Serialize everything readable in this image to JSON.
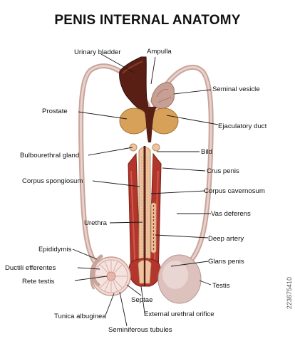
{
  "title": "PENIS INTERNAL ANATOMY",
  "watermark_id": "223675410",
  "labels": {
    "urinary_bladder": "Urinary bladder",
    "ampulla": "Ampulla",
    "seminal_vesicle": "Seminal vesicle",
    "prostate": "Prostate",
    "ejaculatory_duct": "Ejaculatory duct",
    "bulbourethral_gland": "Bulbourethral gland",
    "bild": "Bild",
    "crus_penis": "Crus penis",
    "corpus_spongiosum": "Corpus spongiosum",
    "corpus_cavernosum": "Corpus cavernosum",
    "vas_deferens": "Vas deferens",
    "urethra": "Urethra",
    "deep_artery": "Deep artery",
    "epididymis": "Epididymis",
    "glans_penis": "Glans penis",
    "ductili_efferentes": "Ductili efferentes",
    "rete_testis": "Rete testis",
    "testis": "Testis",
    "septae": "Septae",
    "external_urethral_orifice": "External urethral orifice",
    "tunica_albuginea": "Tunica albuginea",
    "seminiferous_tubules": "Seminiferous tubules"
  },
  "colors": {
    "vas_deferens": "#c9a49a",
    "bladder": "#5a1f14",
    "corpus_cavernosum": "#b2362b",
    "corpus_spongiosum": "#edc49f",
    "prostate": "#d8a15a",
    "seminal_vesicle": "#c8a093",
    "testis": "#dcc1bd"
  }
}
